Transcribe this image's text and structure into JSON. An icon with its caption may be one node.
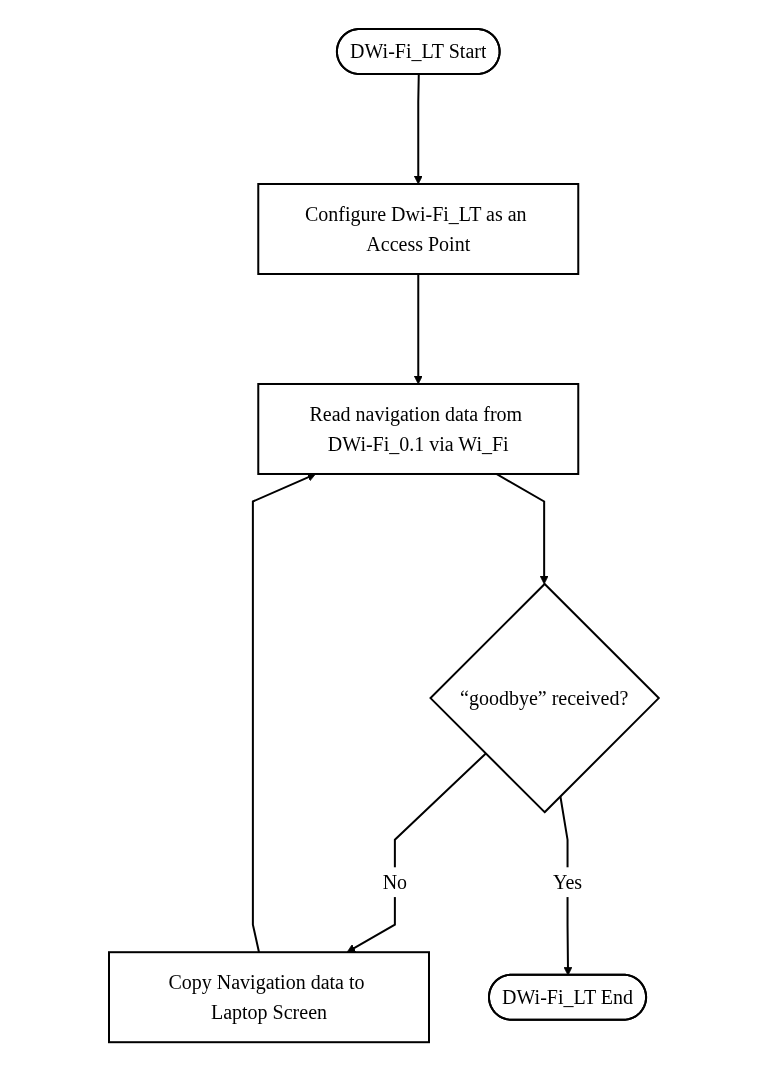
{
  "diagram": {
    "nodes": [
      {
        "text": [
          "DWi-Fi_LT Start"
        ]
      },
      {
        "text": [
          "Configure Dwi-Fi_LT as an Access Point"
        ]
      },
      {
        "text": [
          "Read navigation data from DWi-Fi_0.1 via Wi_Fi"
        ]
      },
      {
        "text": [
          "“goodbye” received?"
        ]
      },
      {
        "text": [
          "Copy Navigation data to Laptop Screen"
        ]
      },
      {
        "text": [
          "DWi-Fi_LT End"
        ]
      }
    ],
    "edges": [
      {
        "from": 0,
        "to": 1,
        "arrow": "to"
      },
      {
        "from": 1,
        "to": 2,
        "arrow": "to"
      },
      {
        "from": 2,
        "to": 3,
        "arrow": "to"
      },
      {
        "from": 3,
        "to": 4,
        "label": "No",
        "arrow": "to"
      },
      {
        "from": 4,
        "to": 2,
        "arrow": "to"
      },
      {
        "from": 3,
        "to": 5,
        "label": "Yes",
        "arrow": "to"
      }
    ]
  }
}
